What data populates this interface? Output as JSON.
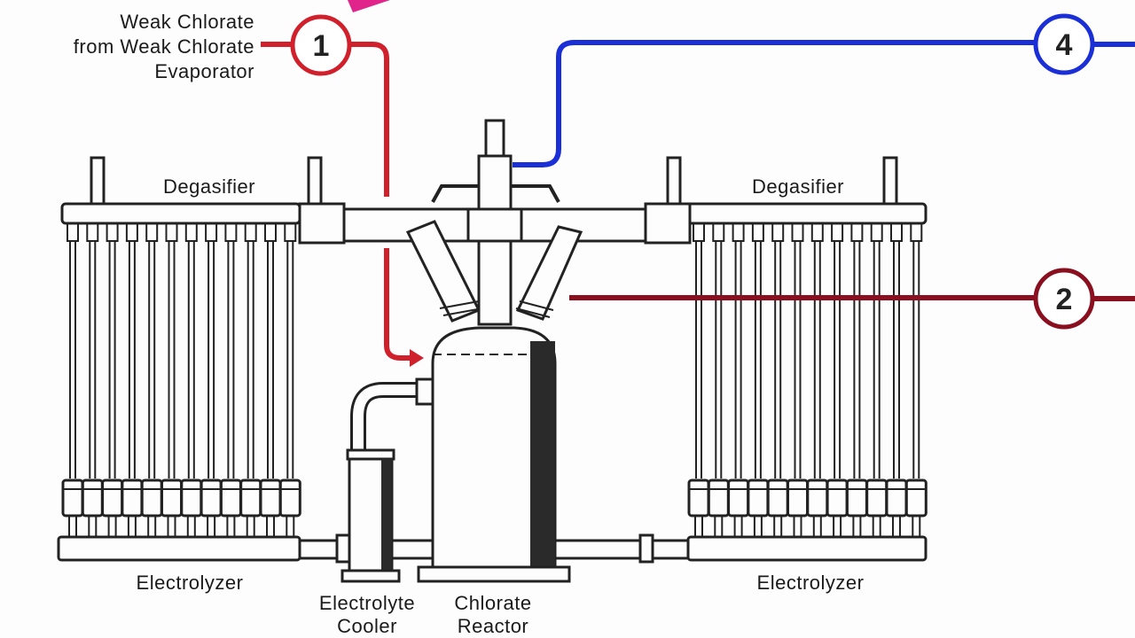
{
  "source_label": [
    "Weak Chlorate",
    "from Weak Chlorate",
    "Evaporator"
  ],
  "streams": [
    {
      "number": "1",
      "color": "#d0202c"
    },
    {
      "number": "4",
      "color": "#1a2fd6"
    },
    {
      "number": "2",
      "color": "#8a1020"
    }
  ],
  "labels": {
    "degasifier_left": "Degasifier",
    "degasifier_right": "Degasifier",
    "electrolyzer_left": "Electrolyzer",
    "electrolyzer_right": "Electrolyzer",
    "cooler": [
      "Electrolyte",
      "Cooler"
    ],
    "reactor": [
      "Chlorate",
      "Reactor"
    ]
  },
  "colors": {
    "line_art": "#222222",
    "arrow_accent": "#e0248c"
  }
}
